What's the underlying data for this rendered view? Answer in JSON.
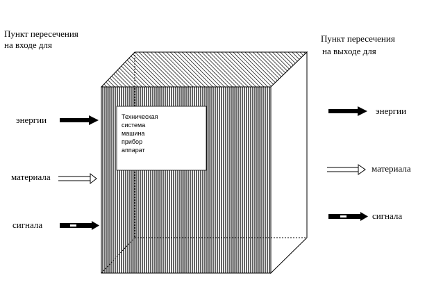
{
  "input_header": [
    "Пункт пересечения",
    "на входе для"
  ],
  "output_header": [
    "Пункт пересечения",
    "на выходе для"
  ],
  "input_labels": {
    "energy": "энергии",
    "material": "материала",
    "signal": "сигнала"
  },
  "output_labels": {
    "energy": "энергии",
    "material": "материала",
    "signal": "сигнала"
  },
  "box_label_lines": [
    "Техническая",
    "система",
    "машина",
    "прибор",
    "аппарат"
  ]
}
